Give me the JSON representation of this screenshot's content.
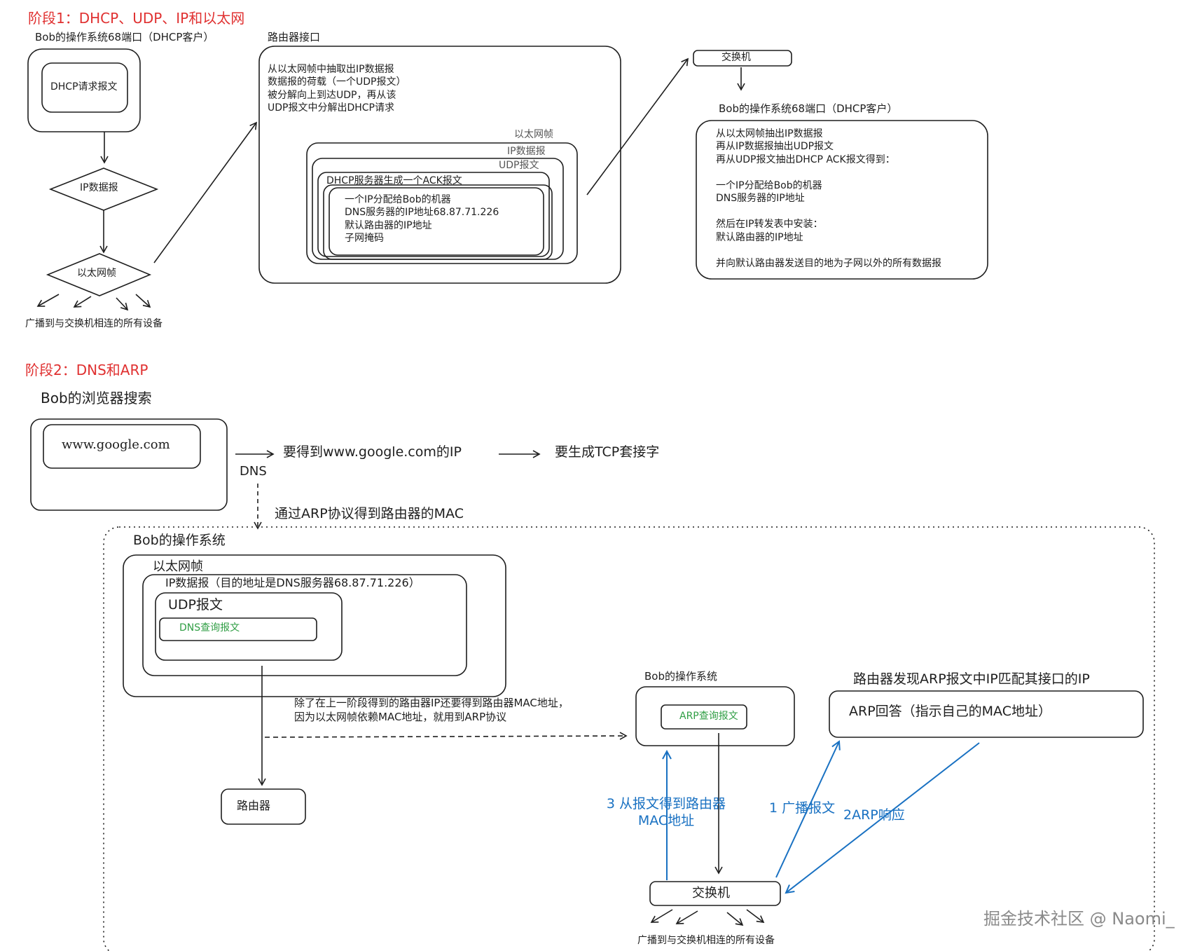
{
  "stage1": {
    "heading": "阶段1：DHCP、UDP、IP和以太网",
    "bob_os_label": "Bob的操作系统68端口（DHCP客户）",
    "dhcp_request": "DHCP请求报文",
    "ip_datagram": "IP数据报",
    "ethernet_frame": "以太网帧",
    "broadcast_note": "广播到与交换机相连的所有设备",
    "router_interface_label": "路由器接口",
    "router_text": "从以太网帧中抽取出IP数据报\n数据报的荷载（一个UDP报文）\n被分解向上到达UDP，再从该\nUDP报文中分解出DHCP请求",
    "layers": {
      "ethernet": "以太网帧",
      "ip": "IP数据报",
      "udp": "UDP报文",
      "dhcp_ack": "DHCP服务器生成一个ACK报文"
    },
    "ack_content": "一个IP分配给Bob的机器\nDNS服务器的IP地址68.87.71.226\n默认路由器的IP地址\n子网掩码",
    "switch": "交换机",
    "bob_os_label2": "Bob的操作系统68端口（DHCP客户）",
    "client_text": "从以太网帧抽出IP数据报\n再从IP数据报抽出UDP报文\n再从UDP报文抽出DHCP ACK报文得到：\n\n一个IP分配给Bob的机器\nDNS服务器的IP地址\n\n然后在IP转发表中安装：\n默认路由器的IP地址\n\n并向默认路由器发送目的地为子网以外的所有数据报"
  },
  "stage2": {
    "heading": "阶段2：DNS和ARP",
    "browser_label": "Bob的浏览器搜索",
    "url": "www.google.com",
    "get_ip": "要得到www.google.com的IP",
    "make_socket": "要生成TCP套接字",
    "dns_label": "DNS",
    "arp_note": "通过ARP协议得到路由器的MAC",
    "bob_os": "Bob的操作系统",
    "ethernet_frame": "以太网帧",
    "ip_datagram": "IP数据报（目的地址是DNS服务器68.87.71.226）",
    "udp": "UDP报文",
    "dns_query": "DNS查询报文",
    "explain": "除了在上一阶段得到的路由器IP还要得到路由器MAC地址，\n因为以太网帧依赖MAC地址，就用到ARP协议",
    "router": "路由器",
    "bob_os_small": "Bob的操作系统",
    "arp_query": "ARP查询报文",
    "router_finds": "路由器发现ARP报文中IP匹配其接口的IP",
    "arp_reply": "ARP回答（指示自己的MAC地址）",
    "step3": "3 从报文得到路由器\nMAC地址",
    "step1": "1 广播报文",
    "step2": "2ARP响应",
    "switch": "交换机",
    "broadcast_note": "广播到与交换机相连的所有设备"
  },
  "watermark": "掘金技术社区 @ Naomi_",
  "colors": {
    "heading": "#e03131",
    "green_text": "#2f9e44",
    "blue_arrow": "#1971c2",
    "stroke": "#1e1e1e"
  }
}
